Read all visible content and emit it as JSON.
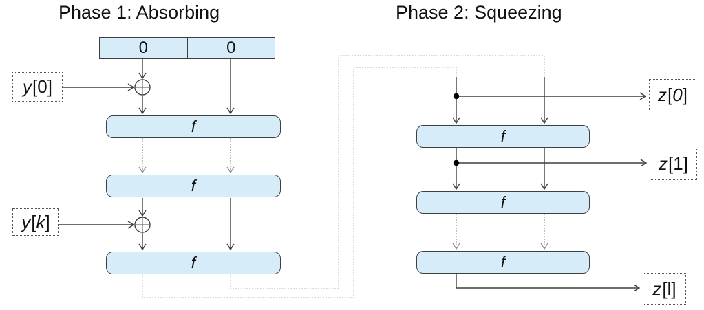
{
  "diagram": {
    "phase1": {
      "title": "Phase 1: Absorbing",
      "register_cells": [
        "0",
        "0"
      ],
      "f_labels": [
        "f",
        "f",
        "f"
      ],
      "inputs": [
        {
          "variable": "y",
          "bracket_open": "[",
          "index": "0",
          "bracket_close": "]",
          "index_style": "upright"
        },
        {
          "variable": "y",
          "bracket_open": "[",
          "index": "k",
          "bracket_close": "]",
          "index_style": "italic"
        }
      ]
    },
    "phase2": {
      "title": "Phase 2: Squeezing",
      "f_labels": [
        "f",
        "f",
        "f"
      ],
      "outputs": [
        {
          "variable": "z",
          "bracket_open": "[",
          "index": "0",
          "bracket_close": "]",
          "index_style": "italic"
        },
        {
          "variable": "z",
          "bracket_open": "[",
          "index": "1",
          "bracket_close": "]",
          "index_style": "upright"
        },
        {
          "variable": "z",
          "bracket_open": "[",
          "index": "l",
          "bracket_close": "]",
          "index_style": "upright"
        }
      ]
    },
    "colors": {
      "box_fill": "#d6edf9",
      "box_border": "#3f3f3f",
      "arrow": "#3f3f3f",
      "repeat_arrow": "#8f8f8f",
      "loop_wire": "#c4c4c4",
      "junction_dot": "#000000"
    }
  }
}
